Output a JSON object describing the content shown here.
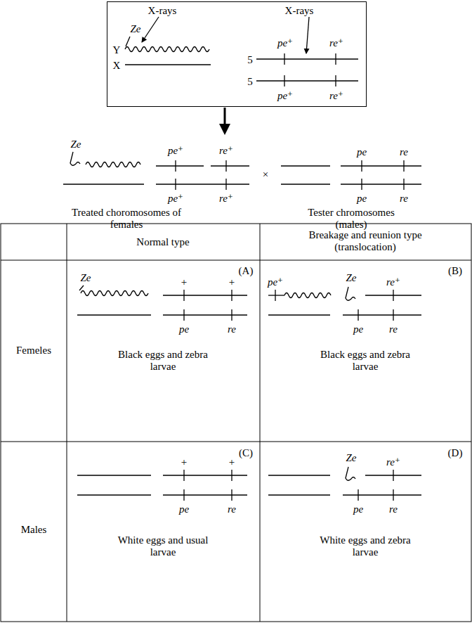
{
  "diagram": {
    "nodes": [
      {
        "text": [
          "X-rays",
          "X-rays",
          "Ze",
          "Y",
          "X",
          "5",
          "5",
          "pe⁺",
          "re⁺",
          "pe⁺",
          "re⁺"
        ]
      }
    ],
    "labels": [
      "Ze",
      "pe⁺",
      "re⁺",
      "pe⁺",
      "re⁺",
      "×",
      "pe",
      "re",
      "pe",
      "re",
      "Treated choromosomes of females",
      "Tester chromosomes (males)",
      "Normal type",
      "Breakage and reunion type (translocation)",
      "Femeles",
      "Males",
      "(A)",
      "Ze",
      "+",
      "+",
      "pe",
      "re",
      "Black eggs and zebra larvae",
      "(B)",
      "pe⁺",
      "Ze",
      "re⁺",
      "pe",
      "re",
      "Black eggs and zebra larvae",
      "(C)",
      "+",
      "+",
      "pe",
      "re",
      "White eggs and usual larvae",
      "(D)",
      "Ze",
      "re⁺",
      "pe",
      "re",
      "White eggs and zebra larvae"
    ]
  }
}
